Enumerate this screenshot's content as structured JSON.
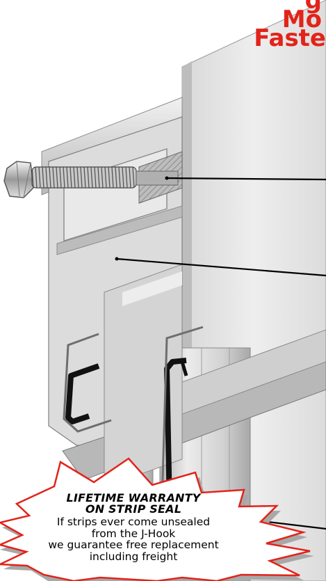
{
  "heading": {
    "line1": "g",
    "line2": "Mo",
    "line3": "Faste"
  },
  "warranty": {
    "title_line1": "LIFETIME WARRANTY",
    "title_line2": "ON STRIP SEAL",
    "body_line1": "If strips ever come unsealed",
    "body_line2": "from the J-Hook",
    "body_line3": "we guarantee free replacement",
    "body_line4": "including freight"
  },
  "colors": {
    "heading": "#e2231a",
    "metal_light": "#e4e4e4",
    "metal_mid": "#c6c6c6",
    "metal_dark": "#8a8a8a",
    "seal": "#111111",
    "burst_fill": "#ffffff",
    "burst_stroke": "#e2231a"
  },
  "icons": {
    "bolt": "hex-bolt",
    "seal": "j-hook-strip-seal"
  }
}
